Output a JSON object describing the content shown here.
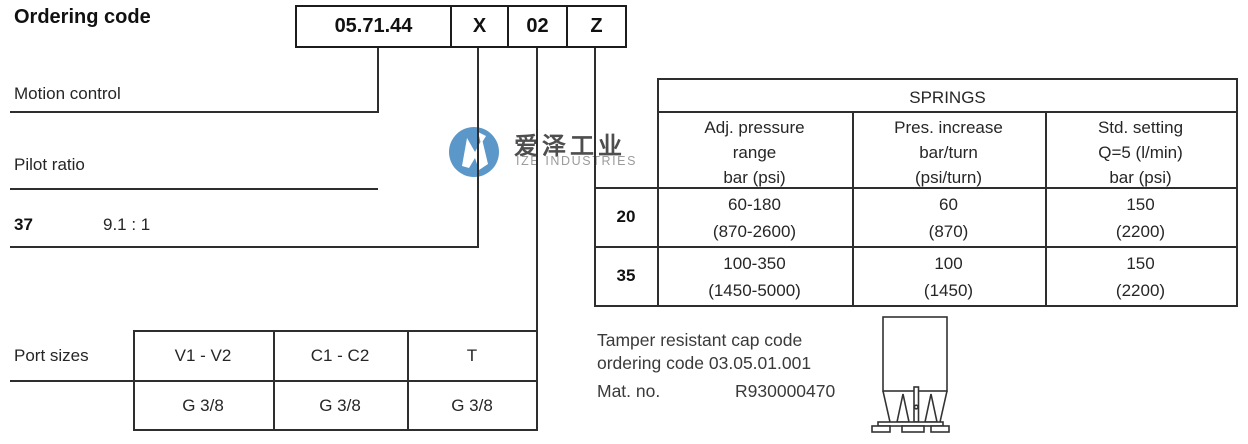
{
  "title": "Ordering code",
  "code_boxes": [
    "05.71.44",
    "X",
    "02",
    "Z"
  ],
  "sections": {
    "motion_control": "Motion control",
    "pilot_ratio": "Pilot ratio",
    "pilot_option_code": "37",
    "pilot_option_value": "9.1 : 1"
  },
  "port_sizes": {
    "label": "Port sizes",
    "headers": [
      "V1 - V2",
      "C1 - C2",
      "T"
    ],
    "values": [
      "G 3/8",
      "G 3/8",
      "G 3/8"
    ]
  },
  "springs": {
    "title": "SPRINGS",
    "columns": [
      {
        "line1": "Adj. pressure",
        "line2": "range",
        "line3": "bar (psi)"
      },
      {
        "line1": "Pres. increase",
        "line2": "bar/turn",
        "line3": "(psi/turn)"
      },
      {
        "line1": "Std. setting",
        "line2": "Q=5 (l/min)",
        "line3": "bar (psi)"
      }
    ],
    "rows": [
      {
        "code": "20",
        "cells": [
          {
            "l1": "60-180",
            "l2": "(870-2600)"
          },
          {
            "l1": "60",
            "l2": "(870)"
          },
          {
            "l1": "150",
            "l2": "(2200)"
          }
        ]
      },
      {
        "code": "35",
        "cells": [
          {
            "l1": "100-350",
            "l2": "(1450-5000)"
          },
          {
            "l1": "100",
            "l2": "(1450)"
          },
          {
            "l1": "150",
            "l2": "(2200)"
          }
        ]
      }
    ]
  },
  "tamper": {
    "line1": "Tamper resistant cap code",
    "line2": "ordering code 03.05.01.001",
    "mat_label": "Mat. no.",
    "mat_value": "R930000470"
  },
  "watermark": {
    "cn": "爱泽工业",
    "en": "IZE INDUSTRIES",
    "logo_color": "#5b97c8"
  },
  "colors": {
    "line": "#2e2e2e",
    "box_border": "#1c1c1c",
    "text": "#262626"
  }
}
